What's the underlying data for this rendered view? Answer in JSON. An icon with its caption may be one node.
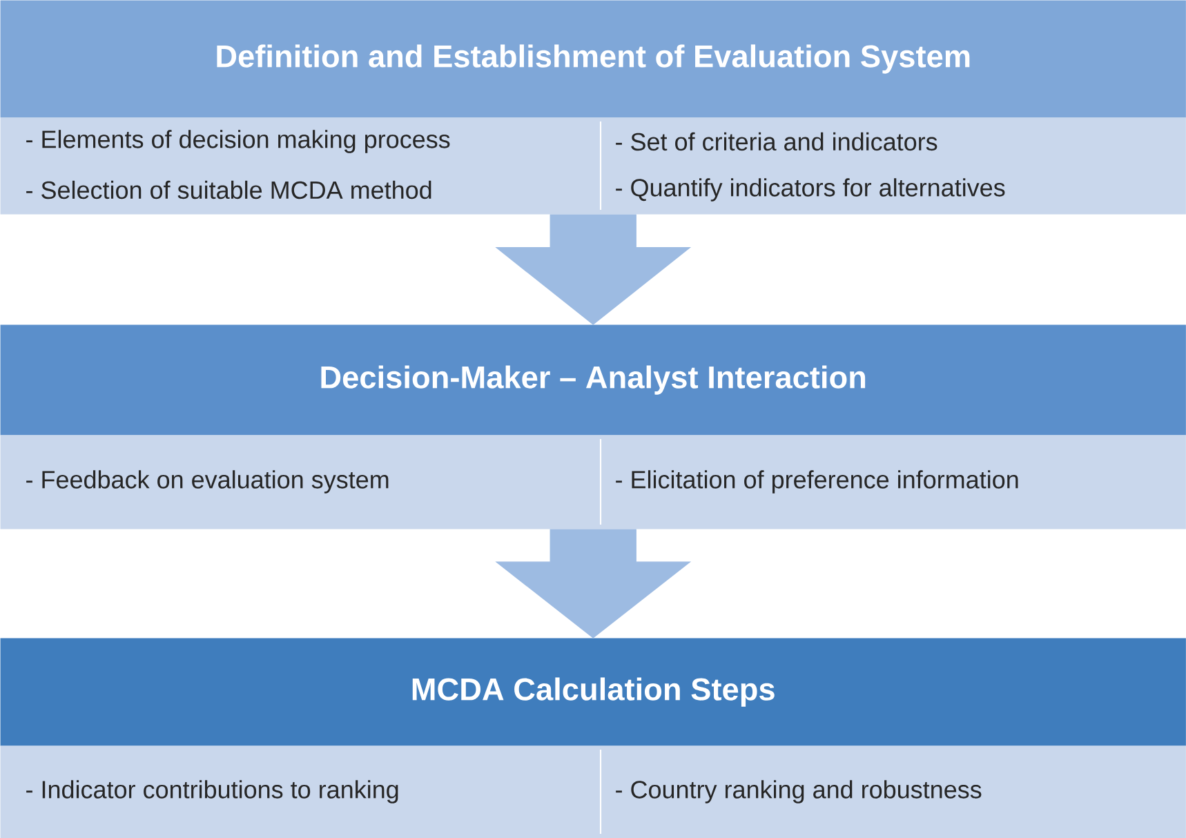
{
  "diagram": {
    "nodes": [
      {
        "text": [
          "Definition and Establishment of Evaluation System"
        ]
      },
      {
        "text": [
          "- Elements of decision making process",
          "- Set of criteria and indicators",
          "- Selection of suitable MCDA method",
          "- Quantify indicators for alternatives"
        ]
      },
      {
        "text": [
          "Decision-Maker – Analyst Interaction"
        ]
      },
      {
        "text": [
          "- Feedback on evaluation system",
          "- Elicitation of preference information"
        ]
      },
      {
        "text": [
          "MCDA Calculation Steps"
        ]
      },
      {
        "text": [
          "- Indicator contributions to ranking",
          "- Country ranking and robustness"
        ]
      }
    ],
    "edges": [
      {
        "from": 1,
        "to": 2,
        "arrow": "to",
        "style": "thick"
      },
      {
        "from": 3,
        "to": 4,
        "arrow": "to",
        "style": "thick"
      }
    ]
  }
}
